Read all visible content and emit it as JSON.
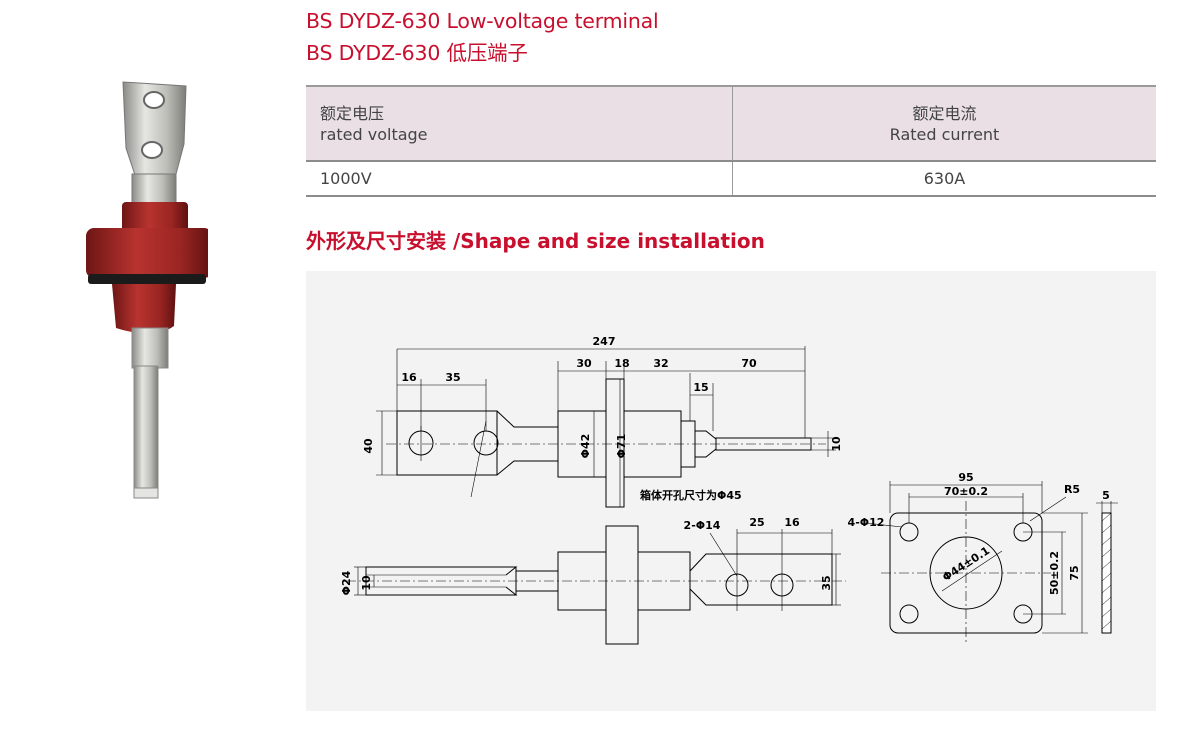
{
  "title": {
    "line1": "BS DYDZ-630 Low-voltage terminal",
    "line2": "BS DYDZ-630 低压端子"
  },
  "spec_table": {
    "headers": [
      {
        "cn": "额定电压",
        "en": "rated voltage"
      },
      {
        "cn": "额定电流",
        "en": "Rated current"
      }
    ],
    "values": [
      "1000V",
      "630A"
    ]
  },
  "section": {
    "title": "外形及尺寸安装 /Shape and size installation"
  },
  "drawing": {
    "labels": {
      "total": "247",
      "d16": "16",
      "d35": "35",
      "d30": "30",
      "d18": "18",
      "d32": "32",
      "d70": "70",
      "d15": "15",
      "d40": "40",
      "phi42": "Φ42",
      "phi71": "Φ71",
      "d10_side": "10",
      "hole_note": "箱体开孔尺寸为Φ45",
      "holes2": "2-Φ14",
      "d25": "25",
      "d16b": "16",
      "phi24": "Φ24",
      "d10_bottom": "10",
      "d35_bottom": "35",
      "plate_95": "95",
      "plate_70": "70±0.2",
      "r5": "R5",
      "plate_5": "5",
      "holes4": "4-Φ12",
      "phi44": "Φ44±0.1",
      "plate_50": "50±0.2",
      "plate_75": "75"
    }
  }
}
